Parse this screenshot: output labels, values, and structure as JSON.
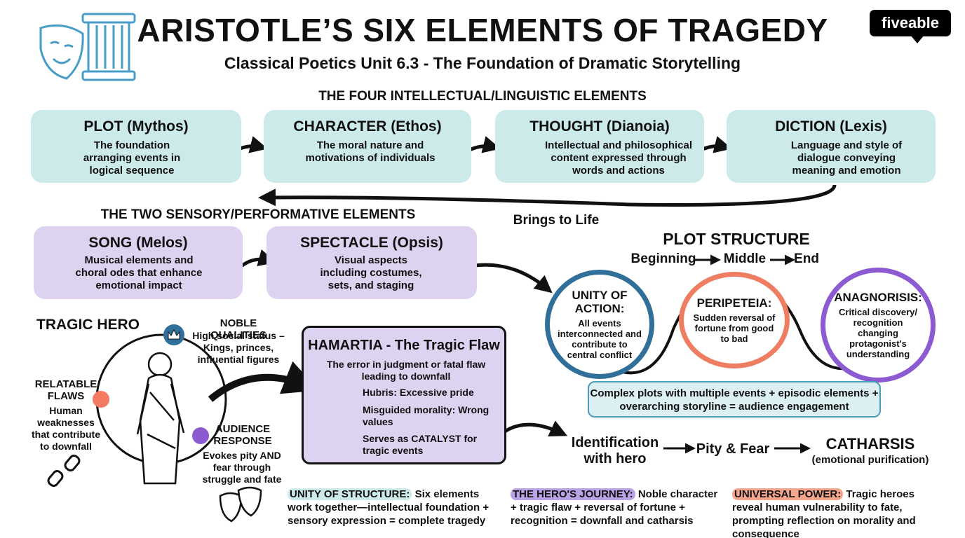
{
  "header": {
    "title": "ARISTOTLE’S SIX ELEMENTS OF TRAGEDY",
    "subtitle": "Classical Poetics Unit 6.3 - The Foundation of Dramatic Storytelling",
    "logo": "fiveable"
  },
  "intellectual": {
    "heading": "THE FOUR INTELLECTUAL/LINGUISTIC ELEMENTS",
    "cards": [
      {
        "title": "PLOT (Mythos)",
        "desc": "The foundation arranging events in logical sequence"
      },
      {
        "title": "CHARACTER (Ethos)",
        "desc": "The moral nature and motivations of individuals"
      },
      {
        "title": "THOUGHT (Dianoia)",
        "desc": "Intellectual and philosophical content expressed through words and actions"
      },
      {
        "title": "DICTION (Lexis)",
        "desc": "Language and style of dialogue conveying meaning and emotion"
      }
    ]
  },
  "sensory": {
    "heading": "THE TWO SENSORY/PERFORMATIVE ELEMENTS",
    "brings_to_life": "Brings to Life",
    "cards": [
      {
        "title": "SONG (Melos)",
        "desc": "Musical elements and choral odes that enhance emotional impact"
      },
      {
        "title": "SPECTACLE (Opsis)",
        "desc": "Visual aspects including costumes, sets, and staging"
      }
    ]
  },
  "plot_structure": {
    "heading": "PLOT STRUCTURE",
    "sequence": [
      "Beginning",
      "Middle",
      "End"
    ],
    "circles": [
      {
        "title": "UNITY OF ACTION:",
        "desc": "All events interconnected and contribute to central conflict",
        "color": "#2f6f9a"
      },
      {
        "title": "PERIPETEIA:",
        "desc": "Sudden reversal of fortune from good to bad",
        "color": "#ef7d62"
      },
      {
        "title": "ANAGNORISIS:",
        "desc": "Critical discovery/ recognition changing protagonist's understanding",
        "color": "#8c5bd1"
      }
    ],
    "callout": "Complex plots with multiple events + episodic elements + overarching storyline = audience engagement"
  },
  "tragic_hero": {
    "heading": "TRAGIC HERO",
    "noble": {
      "title": "NOBLE QUALITIES",
      "desc": "High social status – Kings, princes, influential figures"
    },
    "flaws": {
      "title": "RELATABLE FLAWS",
      "desc": "Human weaknesses that contribute to downfall"
    },
    "audience": {
      "title": "AUDIENCE RESPONSE",
      "desc": "Evokes pity AND fear through struggle and fate"
    }
  },
  "hamartia": {
    "title": "HAMARTIA - The Tragic Flaw",
    "desc": "The error in judgment or fatal flaw leading to downfall",
    "items": [
      "Hubris: Excessive pride",
      "Misguided morality: Wrong values",
      "Serves as CATALYST for tragic events"
    ]
  },
  "catharsis_flow": {
    "step1": "Identification with hero",
    "step2": "Pity & Fear",
    "step3": "CATHARSIS",
    "step3_sub": "(emotional purification)"
  },
  "bottom": [
    {
      "label": "UNITY OF STRUCTURE:",
      "text": "Six elements work together—intellectual foundation + sensory expression = complete tragedy"
    },
    {
      "label": "THE HERO'S JOURNEY:",
      "text": "Noble character + tragic flaw + reversal of fortune + recognition = downfall and catharsis"
    },
    {
      "label": "UNIVERSAL POWER:",
      "text": "Tragic heroes reveal human vulnerability to fate, prompting reflection on morality and consequence"
    }
  ],
  "colors": {
    "blue_card": "#cdeaea",
    "purple_card": "#ddd3f1",
    "orange": "#ef7d62",
    "purple": "#8c5bd1",
    "teal": "#2f6f9a"
  }
}
